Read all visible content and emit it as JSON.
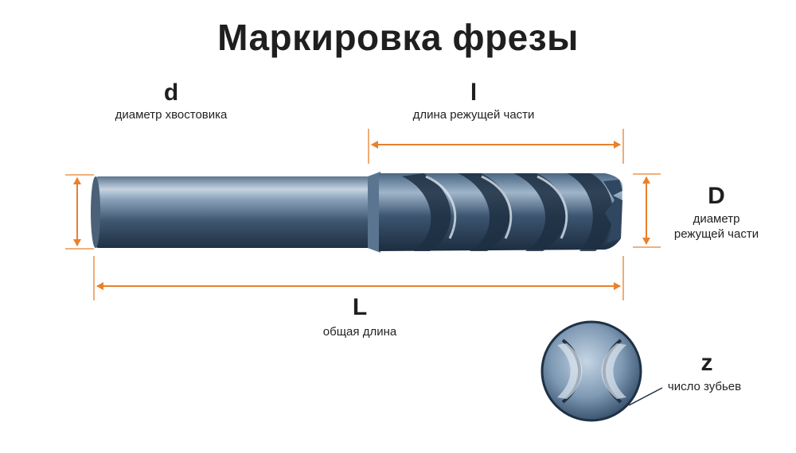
{
  "title": "Маркировка фрезы",
  "dimensions": {
    "d": {
      "symbol": "d",
      "caption": "диаметр хвостовика"
    },
    "l": {
      "symbol": "l",
      "caption": "длина режущей части"
    },
    "D": {
      "symbol": "D",
      "caption_line1": "диаметр",
      "caption_line2": "режущей части"
    },
    "L": {
      "symbol": "L",
      "caption": "общая длина"
    },
    "z": {
      "symbol": "z",
      "caption": "число зубьев"
    }
  },
  "colors": {
    "arrow": "#e8812b",
    "steel_dark": "#2e4257",
    "steel_mid": "#6f8aa3",
    "steel_light": "#c9d6e2"
  }
}
